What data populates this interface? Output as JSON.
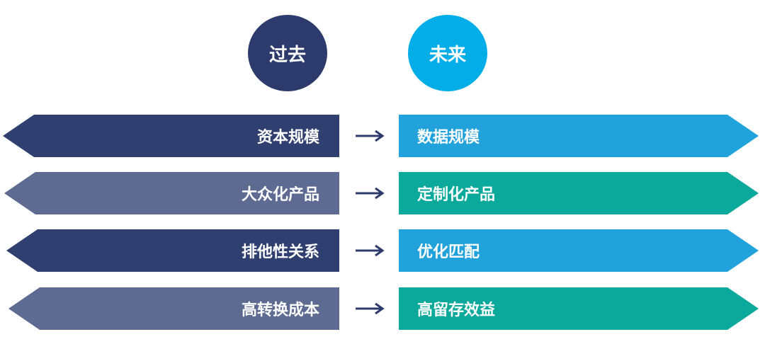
{
  "header": {
    "past": "过去",
    "future": "未来"
  },
  "rows": [
    {
      "past": "资本规模",
      "future": "数据规模"
    },
    {
      "past": "大众化产品",
      "future": "定制化产品"
    },
    {
      "past": "排他性关系",
      "future": "优化匹配"
    },
    {
      "past": "高转换成本",
      "future": "高留存效益"
    }
  ],
  "colors": {
    "past_dark": "#2f3f70",
    "past_light": "#5d6a91",
    "future_blue": "#21a2db",
    "future_teal": "#0aa99b",
    "connector": "#2c3b6b"
  }
}
